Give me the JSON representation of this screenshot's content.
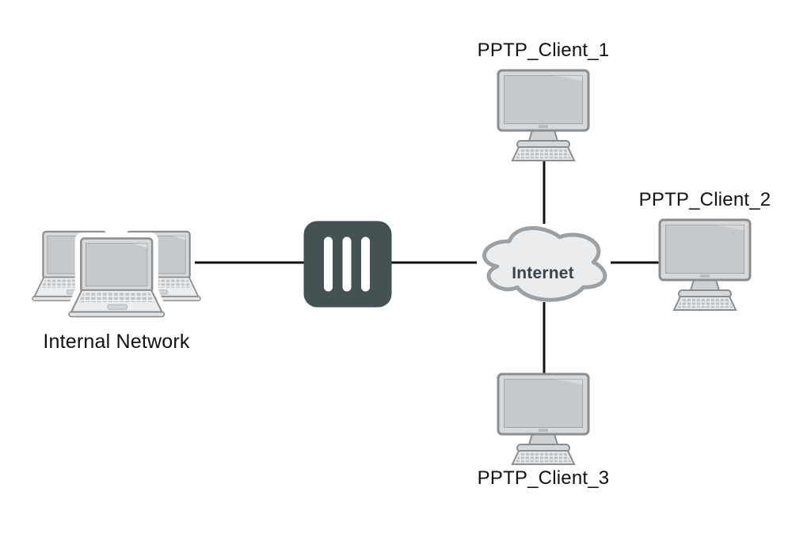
{
  "diagram": {
    "nodes": {
      "internal_network": {
        "label": "Internal Network",
        "icon": "laptop-group"
      },
      "router": {
        "icon": "router-firewall"
      },
      "internet": {
        "label": "Internet",
        "icon": "cloud"
      },
      "pptp_client_1": {
        "label": "PPTP_Client_1",
        "icon": "desktop-computer"
      },
      "pptp_client_2": {
        "label": "PPTP_Client_2",
        "icon": "desktop-computer"
      },
      "pptp_client_3": {
        "label": "PPTP_Client_3",
        "icon": "desktop-computer"
      }
    },
    "links": [
      {
        "from": "internal_network",
        "to": "router"
      },
      {
        "from": "router",
        "to": "internet"
      },
      {
        "from": "internet",
        "to": "pptp_client_1"
      },
      {
        "from": "internet",
        "to": "pptp_client_2"
      },
      {
        "from": "internet",
        "to": "pptp_client_3"
      }
    ],
    "colors": {
      "background": "#ffffff",
      "line": "#111111",
      "label_text": "#111111",
      "router_fill": "#445254",
      "router_bars": "#ffffff",
      "cloud_fill": "#eaeced",
      "cloud_stroke": "#9aa0a3",
      "cloud_text": "#39434c",
      "device_body": "#d6d8da",
      "device_screen": "#c6c9cb",
      "device_outline": "#8a8e91",
      "device_base": "#ebedef"
    }
  }
}
